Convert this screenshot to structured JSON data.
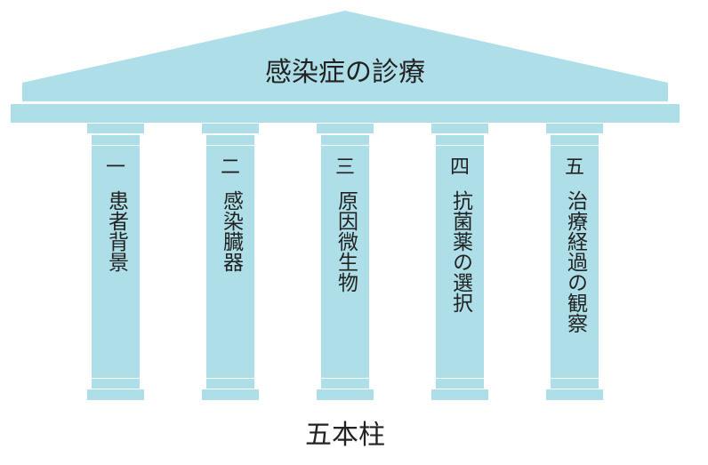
{
  "title": "感染症の診療",
  "footer": "五本柱",
  "color": "#aedfe8",
  "pillars": [
    {
      "number": "一",
      "label": "患者背景"
    },
    {
      "number": "二",
      "label": "感染臓器"
    },
    {
      "number": "三",
      "label": "原因微生物"
    },
    {
      "number": "四",
      "label": "抗菌薬の選択"
    },
    {
      "number": "五",
      "label": "治療経過の観察"
    }
  ]
}
